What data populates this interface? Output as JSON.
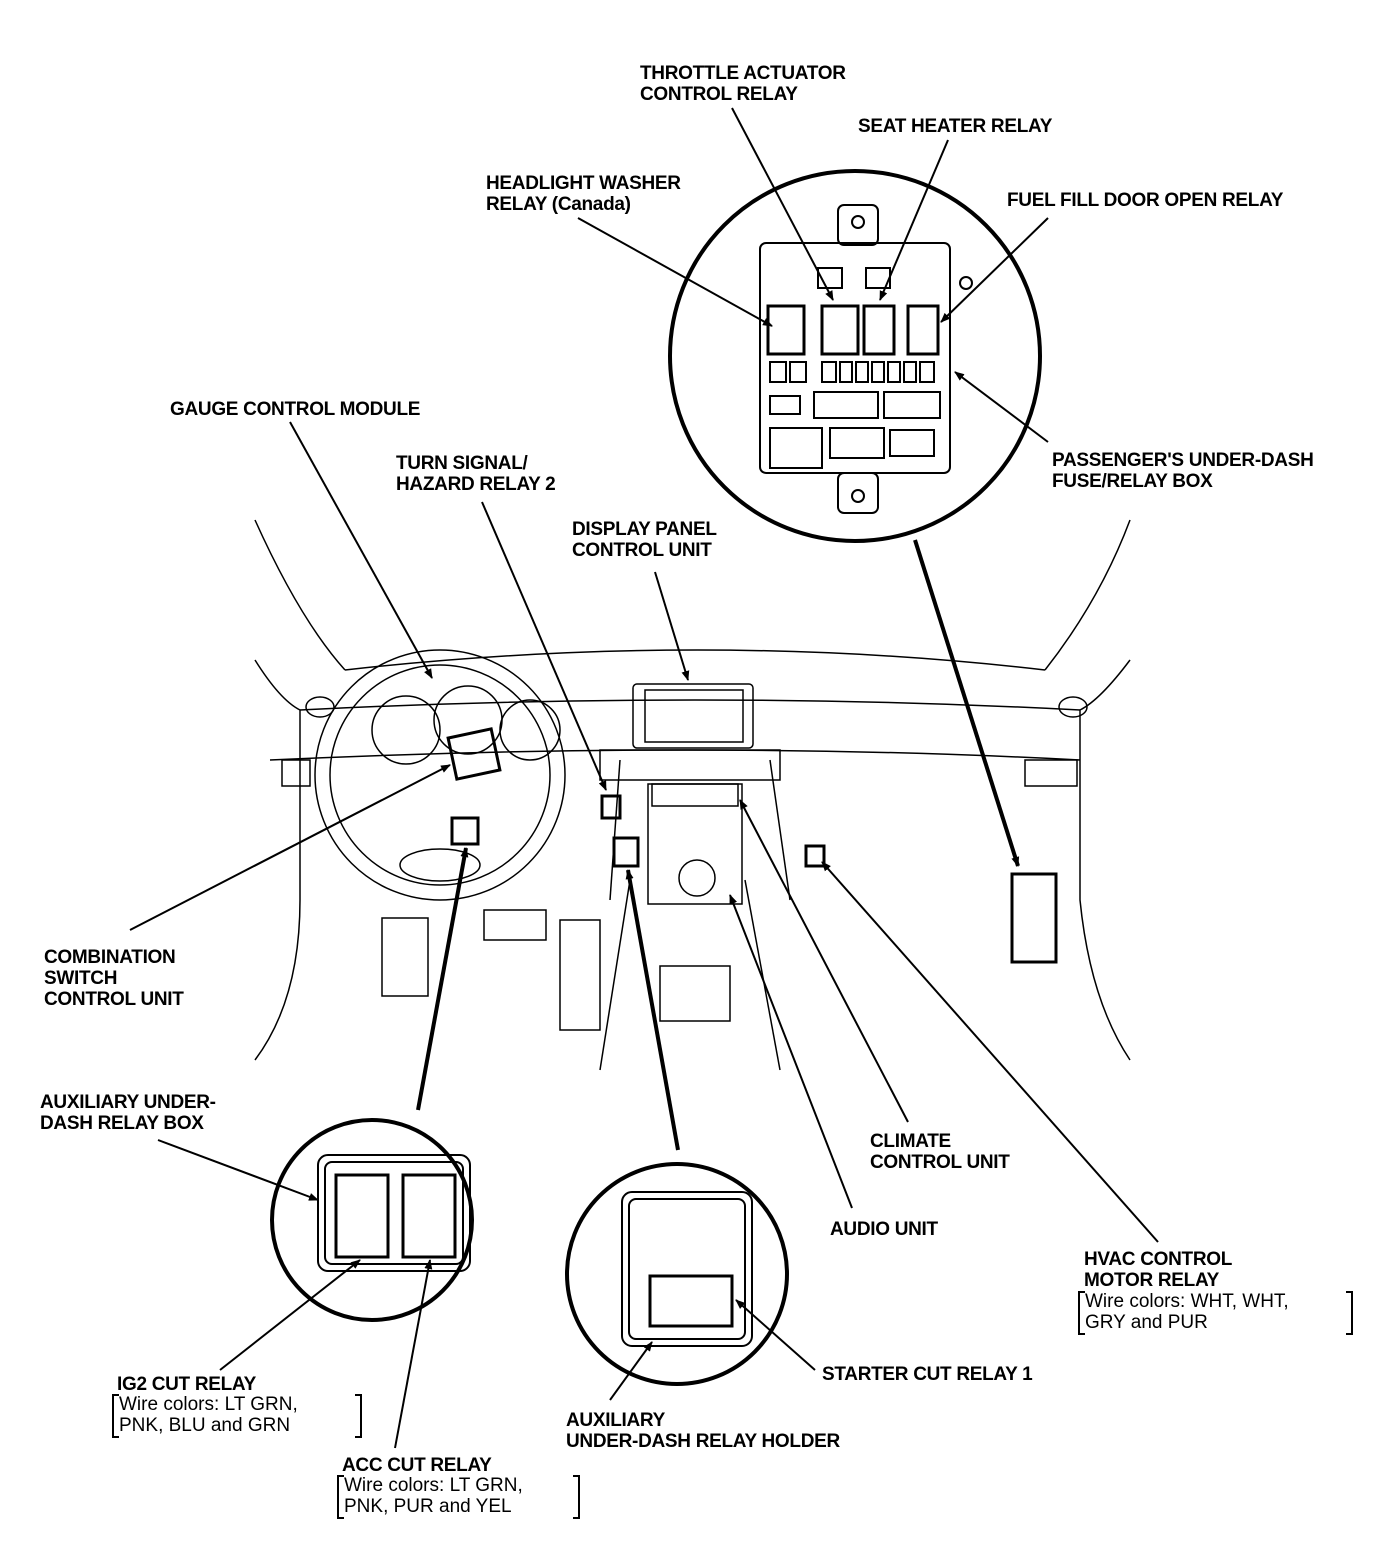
{
  "labels": {
    "throttle": [
      "THROTTLE ACTUATOR",
      "CONTROL RELAY"
    ],
    "seat_heater": [
      "SEAT HEATER RELAY"
    ],
    "headlight_washer": [
      "HEADLIGHT WASHER",
      "RELAY (Canada)"
    ],
    "fuel_fill": [
      "FUEL FILL DOOR OPEN RELAY"
    ],
    "passenger_box": [
      "PASSENGER'S UNDER-DASH",
      "FUSE/RELAY BOX"
    ],
    "gauge": [
      "GAUGE CONTROL MODULE"
    ],
    "turn_signal": [
      "TURN SIGNAL/",
      "HAZARD RELAY 2"
    ],
    "display_panel": [
      "DISPLAY PANEL",
      "CONTROL UNIT"
    ],
    "combination": [
      "COMBINATION",
      "SWITCH",
      "CONTROL UNIT"
    ],
    "aux_box": [
      "AUXILIARY UNDER-",
      "DASH RELAY BOX"
    ],
    "climate": [
      "CLIMATE",
      "CONTROL UNIT"
    ],
    "audio": [
      "AUDIO UNIT"
    ],
    "hvac": [
      "HVAC CONTROL",
      "MOTOR RELAY"
    ],
    "hvac_wire": [
      "Wire colors: WHT, WHT,",
      "GRY and PUR"
    ],
    "starter": [
      "STARTER CUT RELAY 1"
    ],
    "aux_holder": [
      "AUXILIARY",
      "UNDER-DASH RELAY HOLDER"
    ],
    "ig2": [
      "IG2 CUT RELAY"
    ],
    "ig2_wire": [
      "Wire colors: LT GRN,",
      "PNK, BLU and GRN"
    ],
    "acc": [
      "ACC CUT RELAY"
    ],
    "acc_wire": [
      "Wire colors: LT GRN,",
      "PNK, PUR and YEL"
    ]
  }
}
